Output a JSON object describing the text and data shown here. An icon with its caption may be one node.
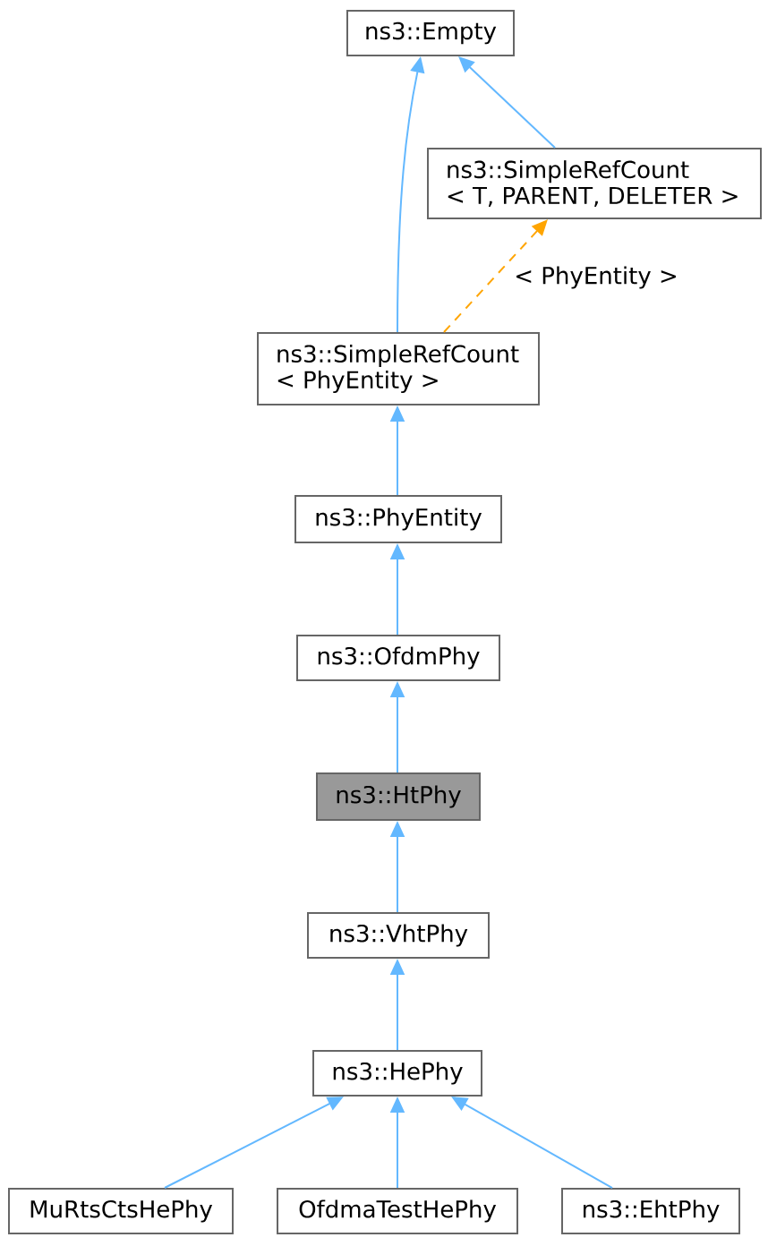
{
  "diagram": {
    "nodes": [
      {
        "text": [
          "ns3::Empty"
        ]
      },
      {
        "text": [
          "ns3::SimpleRefCount < T, PARENT, DELETER >"
        ]
      },
      {
        "text": [
          "ns3::SimpleRefCount < PhyEntity >"
        ]
      },
      {
        "text": [
          "ns3::PhyEntity"
        ]
      },
      {
        "text": [
          "ns3::OfdmPhy"
        ]
      },
      {
        "text": [
          "ns3::HtPhy"
        ]
      },
      {
        "text": [
          "ns3::VhtPhy"
        ]
      },
      {
        "text": [
          "ns3::HePhy"
        ]
      },
      {
        "text": [
          "MuRtsCtsHePhy"
        ]
      },
      {
        "text": [
          "OfdmaTestHePhy"
        ]
      },
      {
        "text": [
          "ns3::EhtPhy"
        ]
      }
    ],
    "edges": [
      {
        "from": 2,
        "to": 0,
        "arrow": "to"
      },
      {
        "from": 1,
        "to": 0,
        "arrow": "to"
      },
      {
        "from": 2,
        "to": 1,
        "arrow": "to",
        "label": "< PhyEntity >",
        "style": "dashed",
        "color": "#ffa500"
      },
      {
        "from": 3,
        "to": 2,
        "arrow": "to"
      },
      {
        "from": 4,
        "to": 3,
        "arrow": "to"
      },
      {
        "from": 5,
        "to": 4,
        "arrow": "to"
      },
      {
        "from": 6,
        "to": 5,
        "arrow": "to"
      },
      {
        "from": 7,
        "to": 6,
        "arrow": "to"
      },
      {
        "from": 8,
        "to": 7,
        "arrow": "to"
      },
      {
        "from": 9,
        "to": 7,
        "arrow": "to"
      },
      {
        "from": 10,
        "to": 7,
        "arrow": "to"
      }
    ]
  }
}
